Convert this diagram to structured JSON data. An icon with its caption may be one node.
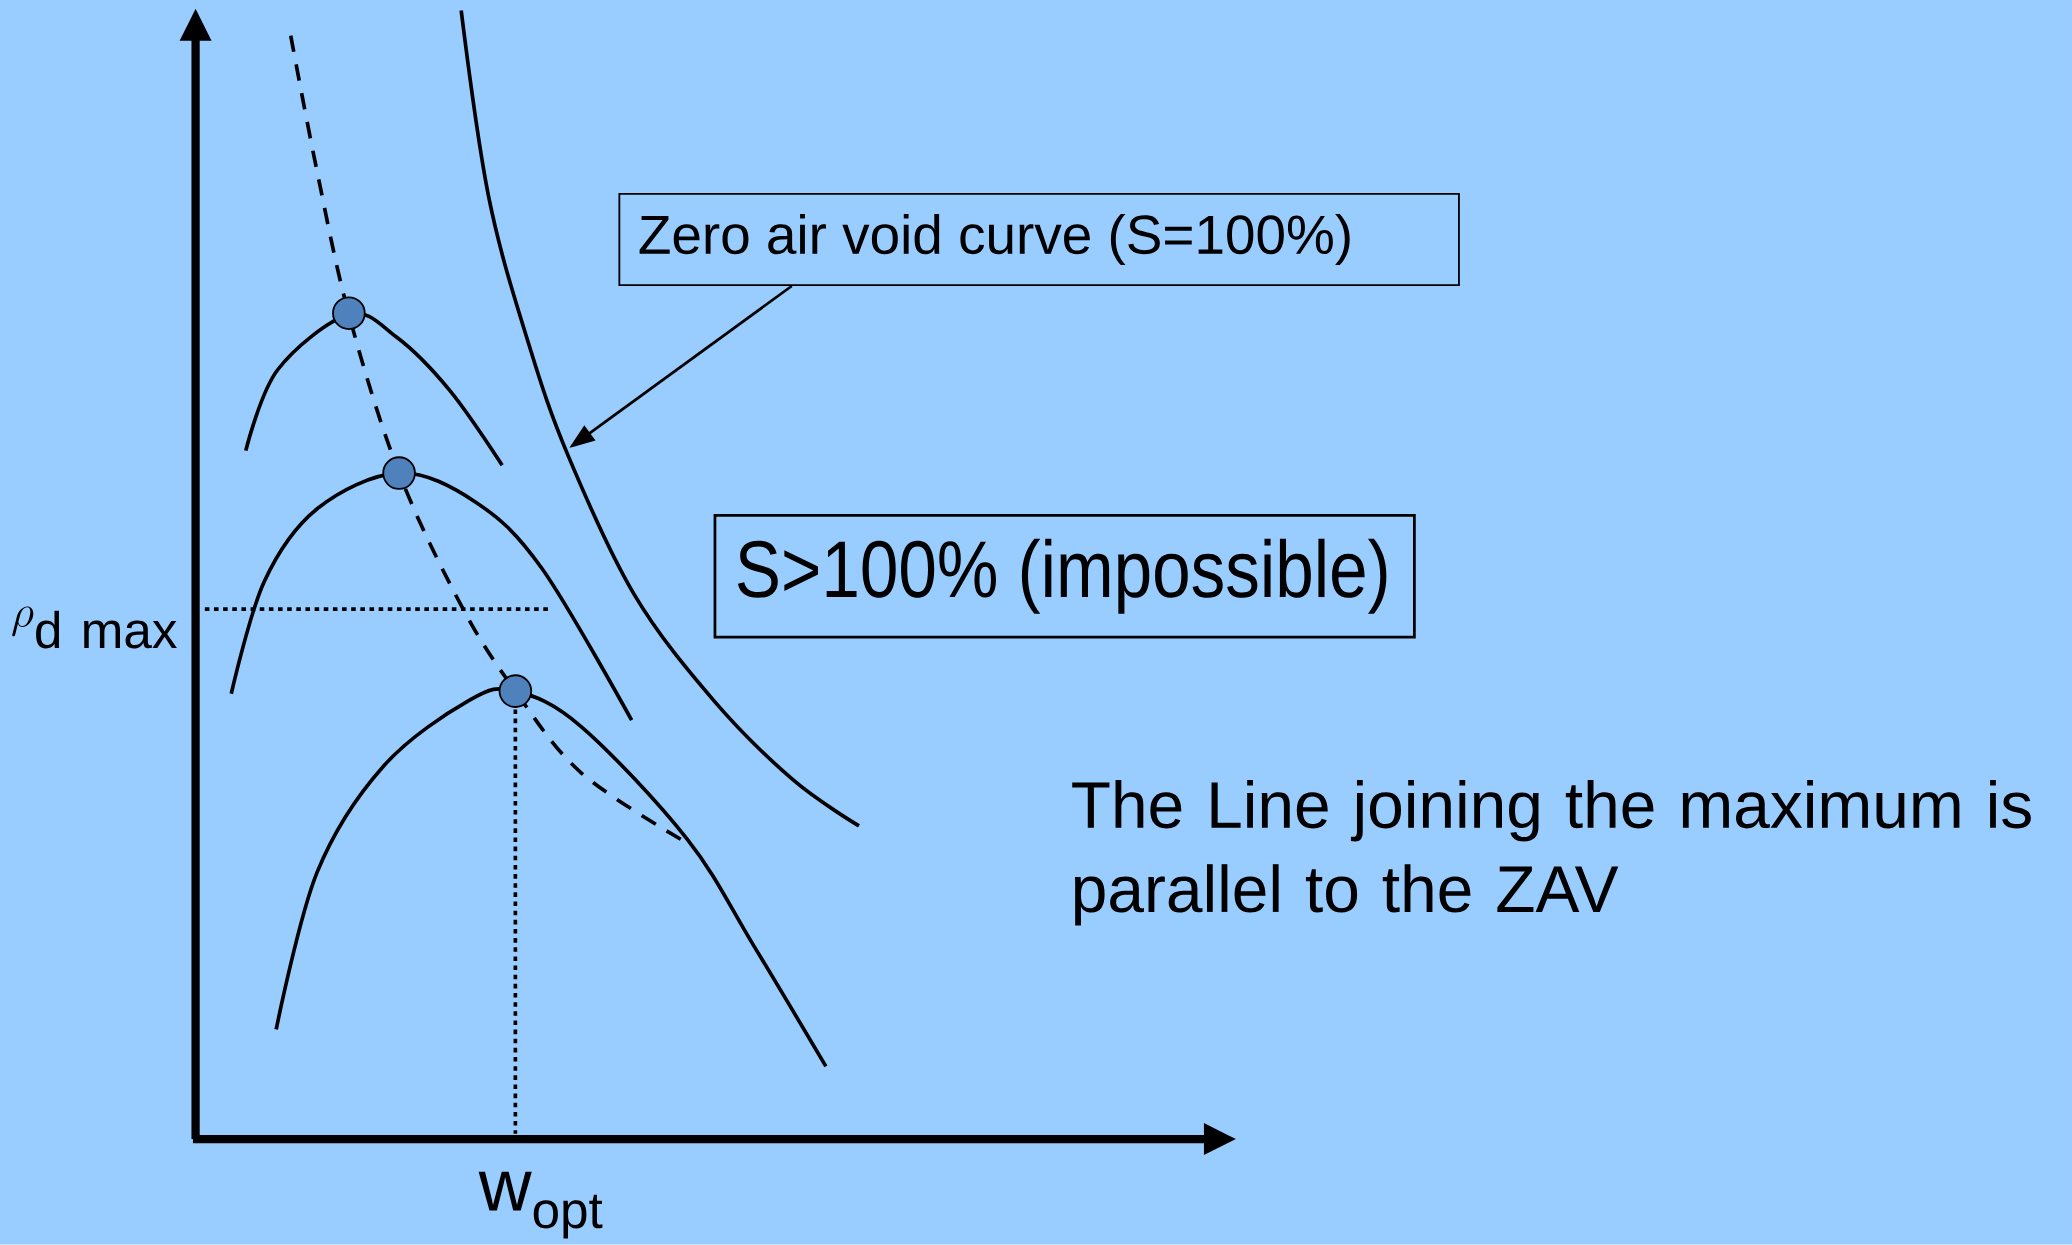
{
  "diagram": {
    "nodes": [
      {
        "text": [
          "Zero air void curve (S=100%)"
        ]
      },
      {
        "text": [],
        "shape": "line"
      },
      {
        "text": [
          "S>100% (impossible)"
        ]
      }
    ],
    "edges": [
      {
        "from": 0,
        "to": 1,
        "arrow": "to"
      }
    ],
    "labels": [
      "\\rho_{\\mathrm{d\\ max}}",
      "\\mathrm{w}_{\\mathrm{opt}}",
      "The Line joining the maximum is parallel to the ZAV"
    ]
  }
}
